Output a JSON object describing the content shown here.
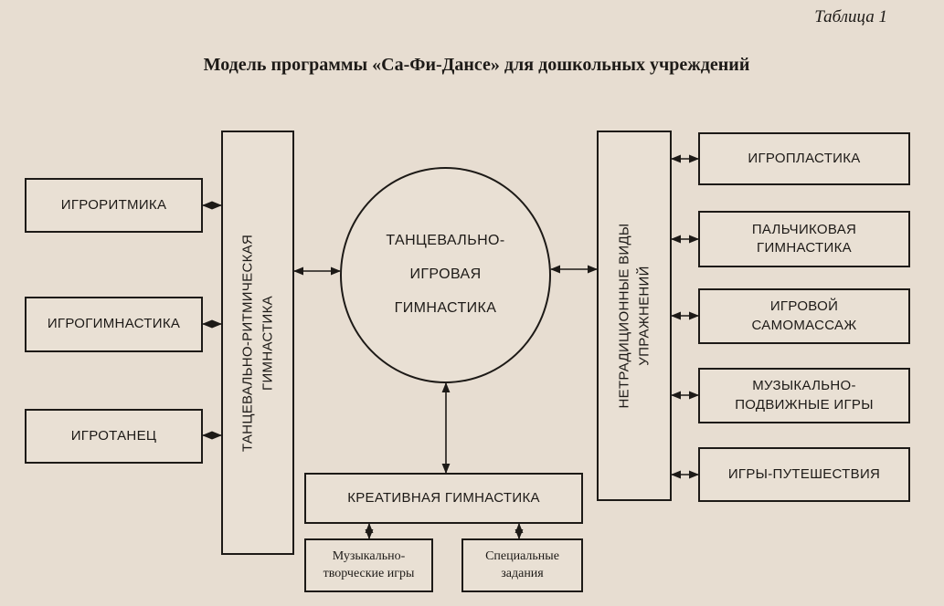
{
  "table_label": "Таблица 1",
  "title": "Модель программы «Са-Фи-Дансе» для дошкольных учреждений",
  "left_items": [
    "ИГРОРИТМИКА",
    "ИГРОГИМНАСТИКА",
    "ИГРОТАНЕЦ"
  ],
  "left_column": {
    "line1": "ТАНЦЕВАЛЬНО-РИТМИЧЕСКАЯ",
    "line2": "ГИМНАСТИКА"
  },
  "center": {
    "line1": "ТАНЦЕВАЛЬНО-",
    "line2": "ИГРОВАЯ",
    "line3": "ГИМНАСТИКА"
  },
  "right_column": {
    "line1": "НЕТРАДИЦИОННЫЕ  ВИДЫ",
    "line2": "УПРАЖНЕНИЙ"
  },
  "right_items": [
    {
      "line1": "ИГРОПЛАСТИКА",
      "line2": ""
    },
    {
      "line1": "ПАЛЬЧИКОВАЯ",
      "line2": "ГИМНАСТИКА"
    },
    {
      "line1": "ИГРОВОЙ",
      "line2": "САМОМАССАЖ"
    },
    {
      "line1": "МУЗЫКАЛЬНО-",
      "line2": "ПОДВИЖНЫЕ ИГРЫ"
    },
    {
      "line1": "ИГРЫ-ПУТЕШЕСТВИЯ",
      "line2": ""
    }
  ],
  "creative": "КРЕАТИВНАЯ ГИМНАСТИКА",
  "creative_subs": [
    {
      "line1": "Музыкально-",
      "line2": "творческие игры"
    },
    {
      "line1": "Специальные",
      "line2": "задания"
    }
  ]
}
